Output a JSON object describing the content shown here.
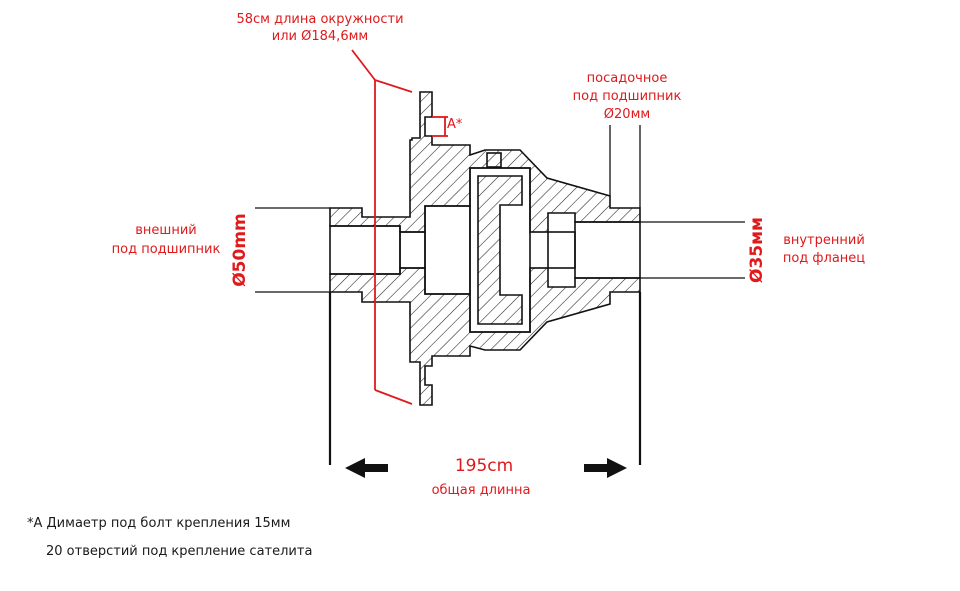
{
  "labels": {
    "circumference_line1": "58см длина окружности",
    "circumference_line2": "или Ø184,6мм",
    "bolt_marker": "A*",
    "seat_line1": "посадочное",
    "seat_line2": "под подшипник",
    "seat_line3": "Ø20мм",
    "outer_line1": "внешний",
    "outer_line2": "под подшипник",
    "outer_diameter": "Ø50mm",
    "inner_diameter": "Ø35мм",
    "inner_line1": "внутренний",
    "inner_line2": "под фланец",
    "length_value": "195cm",
    "length_caption": "общая длинна"
  },
  "footnotes": {
    "note1": "*A  Димаетр под болт крепления 15мм",
    "note2": "20 отверстий под крепление сателита"
  },
  "colors": {
    "annotation": "#e0191b",
    "drawing": "#111111"
  }
}
